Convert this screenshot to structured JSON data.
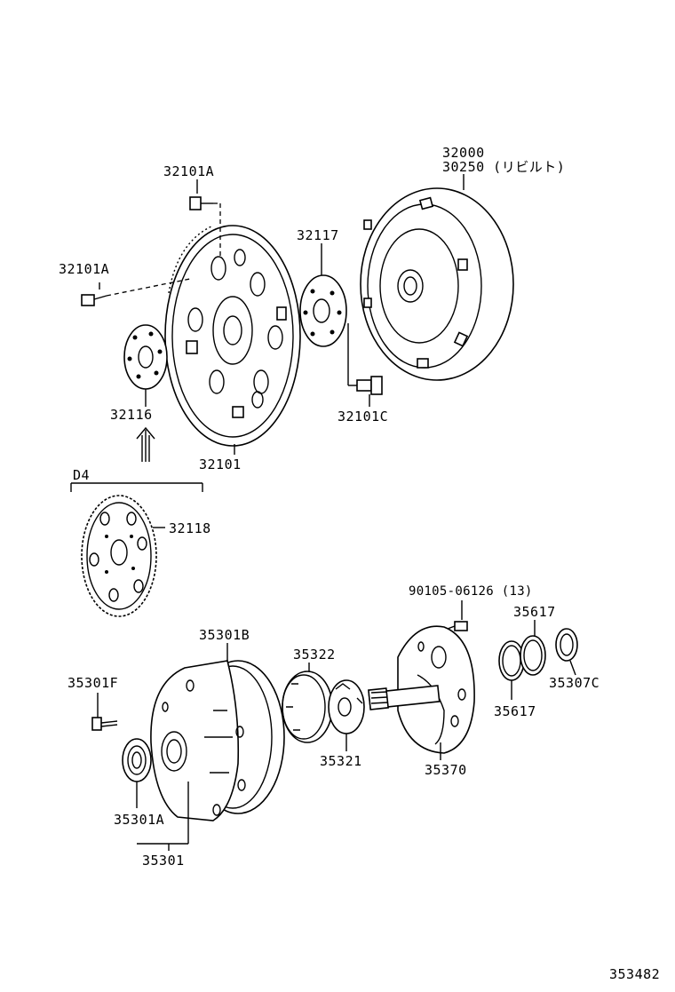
{
  "labels": {
    "l32000": "32000",
    "l30250": "30250 (リビルト)",
    "l32101A_top": "32101A",
    "l32101A_left": "32101A",
    "l32117": "32117",
    "l32116": "32116",
    "l32101": "32101",
    "l32101C": "32101C",
    "lD4": "D4",
    "l32118": "32118",
    "l90105": "90105-06126 (13)",
    "l35617_top": "35617",
    "l35617_bot": "35617",
    "l35307C": "35307C",
    "l35301B": "35301B",
    "l35322": "35322",
    "l35301F": "35301F",
    "l35321": "35321",
    "l35370": "35370",
    "l35301A": "35301A",
    "l35301": "35301",
    "l353482": "353482"
  }
}
